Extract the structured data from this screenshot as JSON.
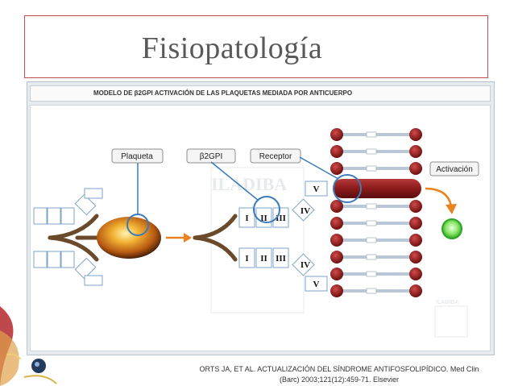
{
  "slide": {
    "title": "Fisiopatología",
    "citation_line1": "ORTS JA, ET AL. ACTUALIZACIÓN DEL SÍNDROME ANTIFOSFOLIPÍDICO. Med Clin",
    "citation_line2": "(Barc) 2003;121(12):459-71. Elsevier"
  },
  "diagram": {
    "header": "MODELO DE β2GPI ACTIVACIÓN DE LAS PLAQUETAS MEDIADA POR ANTICUERPO",
    "labels": {
      "plaqueta": "Plaqueta",
      "b2gpi": "β2GPI",
      "receptor": "Receptor",
      "activacion": "Activación"
    },
    "domains": {
      "d1": "I",
      "d2": "II",
      "d3": "III",
      "d4": "IV",
      "d5": "V"
    },
    "watermark": "ILADIBA"
  },
  "colors": {
    "title_border": "#c0504d",
    "receptor_red": "#8b1a1a",
    "activation_orange": "#e8831e",
    "activation_green": "#44c23a",
    "callout_blue": "#3d7ab8"
  }
}
